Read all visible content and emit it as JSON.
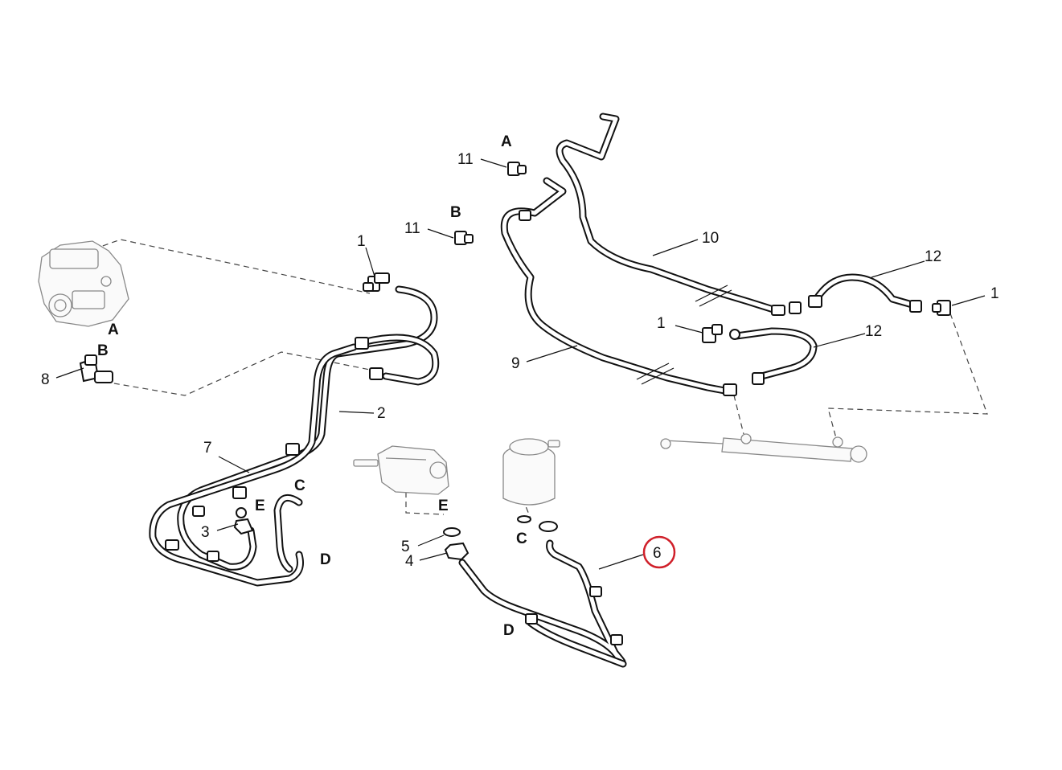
{
  "diagram": {
    "callouts": [
      {
        "id": "c-1a",
        "text": "1"
      },
      {
        "id": "c-1b",
        "text": "1"
      },
      {
        "id": "c-1c",
        "text": "1"
      },
      {
        "id": "c-2",
        "text": "2"
      },
      {
        "id": "c-3",
        "text": "3"
      },
      {
        "id": "c-4",
        "text": "4"
      },
      {
        "id": "c-5",
        "text": "5"
      },
      {
        "id": "c-6",
        "text": "6"
      },
      {
        "id": "c-7",
        "text": "7"
      },
      {
        "id": "c-8",
        "text": "8"
      },
      {
        "id": "c-9",
        "text": "9"
      },
      {
        "id": "c-10",
        "text": "10"
      },
      {
        "id": "c-11a",
        "text": "11"
      },
      {
        "id": "c-11b",
        "text": "11"
      },
      {
        "id": "c-12a",
        "text": "12"
      },
      {
        "id": "c-12b",
        "text": "12"
      }
    ],
    "connection_marks": [
      {
        "id": "m-A1",
        "text": "A"
      },
      {
        "id": "m-B1",
        "text": "B"
      },
      {
        "id": "m-A2",
        "text": "A"
      },
      {
        "id": "m-B2",
        "text": "B"
      },
      {
        "id": "m-C1",
        "text": "C"
      },
      {
        "id": "m-C2",
        "text": "C"
      },
      {
        "id": "m-D1",
        "text": "D"
      },
      {
        "id": "m-D2",
        "text": "D"
      },
      {
        "id": "m-E1",
        "text": "E"
      },
      {
        "id": "m-E2",
        "text": "E"
      }
    ],
    "highlighted_callout": "6",
    "highlight_color": "#d0202a",
    "line_color": "#111111"
  }
}
